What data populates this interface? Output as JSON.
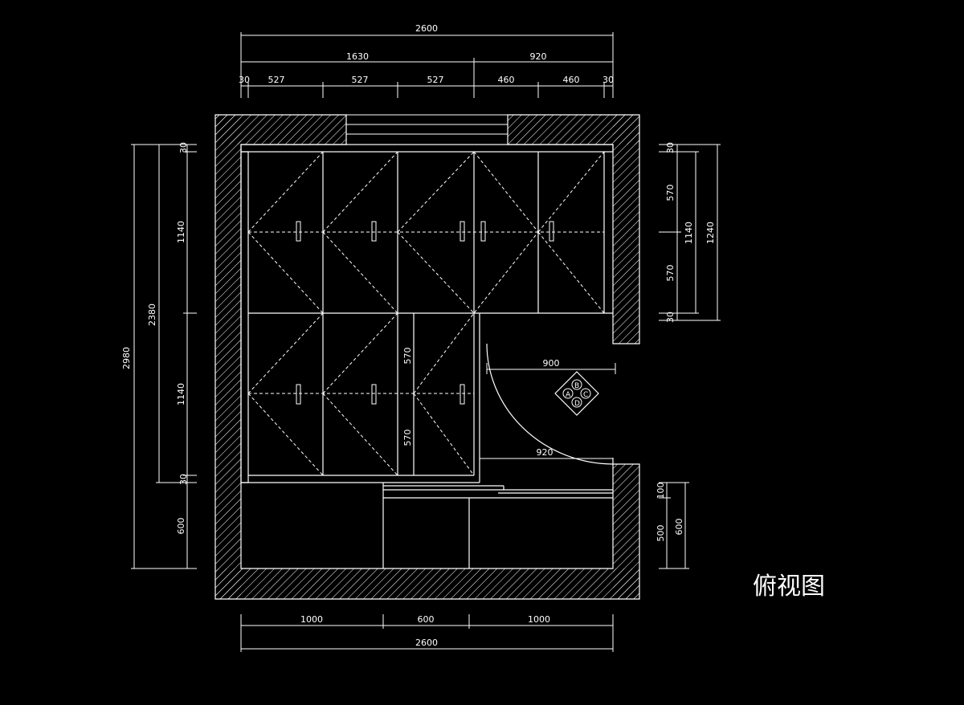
{
  "title": "俯视图",
  "colors": {
    "background": "#000000",
    "lines": "#ffffff"
  },
  "top_dims": {
    "overall": "2600",
    "groups": [
      "1630",
      "920"
    ],
    "parts": [
      "30",
      "527",
      "527",
      "527",
      "460",
      "460",
      "30"
    ]
  },
  "left_dims": {
    "overall": "2980",
    "mid": "2380",
    "parts": [
      "30",
      "1140",
      "1140",
      "30",
      "600"
    ]
  },
  "right_dims": {
    "overall": "1240",
    "mid": "1140",
    "parts": [
      "30",
      "570",
      "570",
      "30"
    ]
  },
  "right_lower_dims": [
    "100",
    "500",
    "600"
  ],
  "inner_dims": {
    "lower_panel": [
      "570",
      "570"
    ],
    "door_upper": "900",
    "door_lower": "920"
  },
  "bottom_dims": {
    "parts": [
      "1000",
      "600",
      "1000"
    ],
    "overall": "2600"
  },
  "view_badge": [
    "A",
    "B",
    "C",
    "D"
  ]
}
